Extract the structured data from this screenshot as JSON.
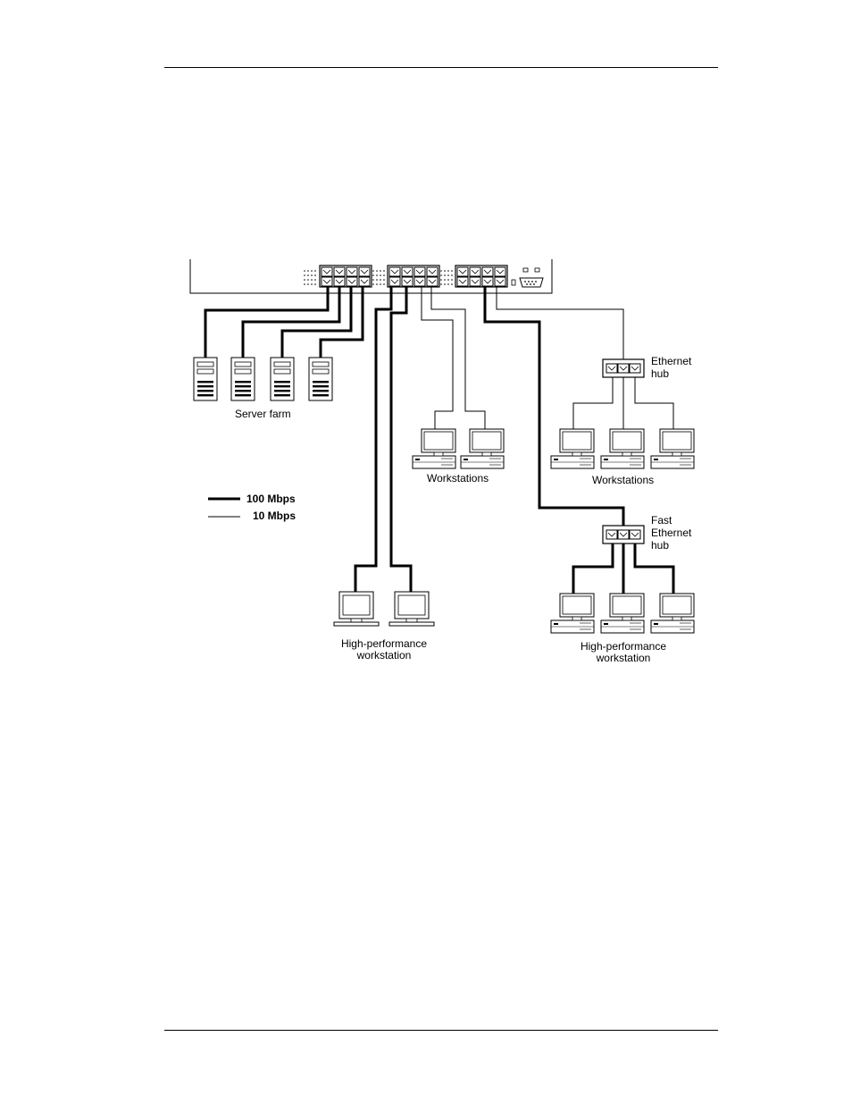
{
  "labels": {
    "server_farm": "Server farm",
    "workstations_left": "Workstations",
    "workstations_right": "Workstations",
    "ethernet_hub_line1": "Ethernet",
    "ethernet_hub_line2": "hub",
    "fast_hub_line1": "Fast",
    "fast_hub_line2": "Ethernet",
    "fast_hub_line3": "hub",
    "hp_left_line1": "High-performance",
    "hp_left_line2": "workstation",
    "hp_right_line1": "High-performance",
    "hp_right_line2": "workstation"
  },
  "legend": {
    "fast": "100 Mbps",
    "slow": "10 Mbps"
  },
  "colors": {
    "line": "#000000",
    "background": "#ffffff"
  }
}
